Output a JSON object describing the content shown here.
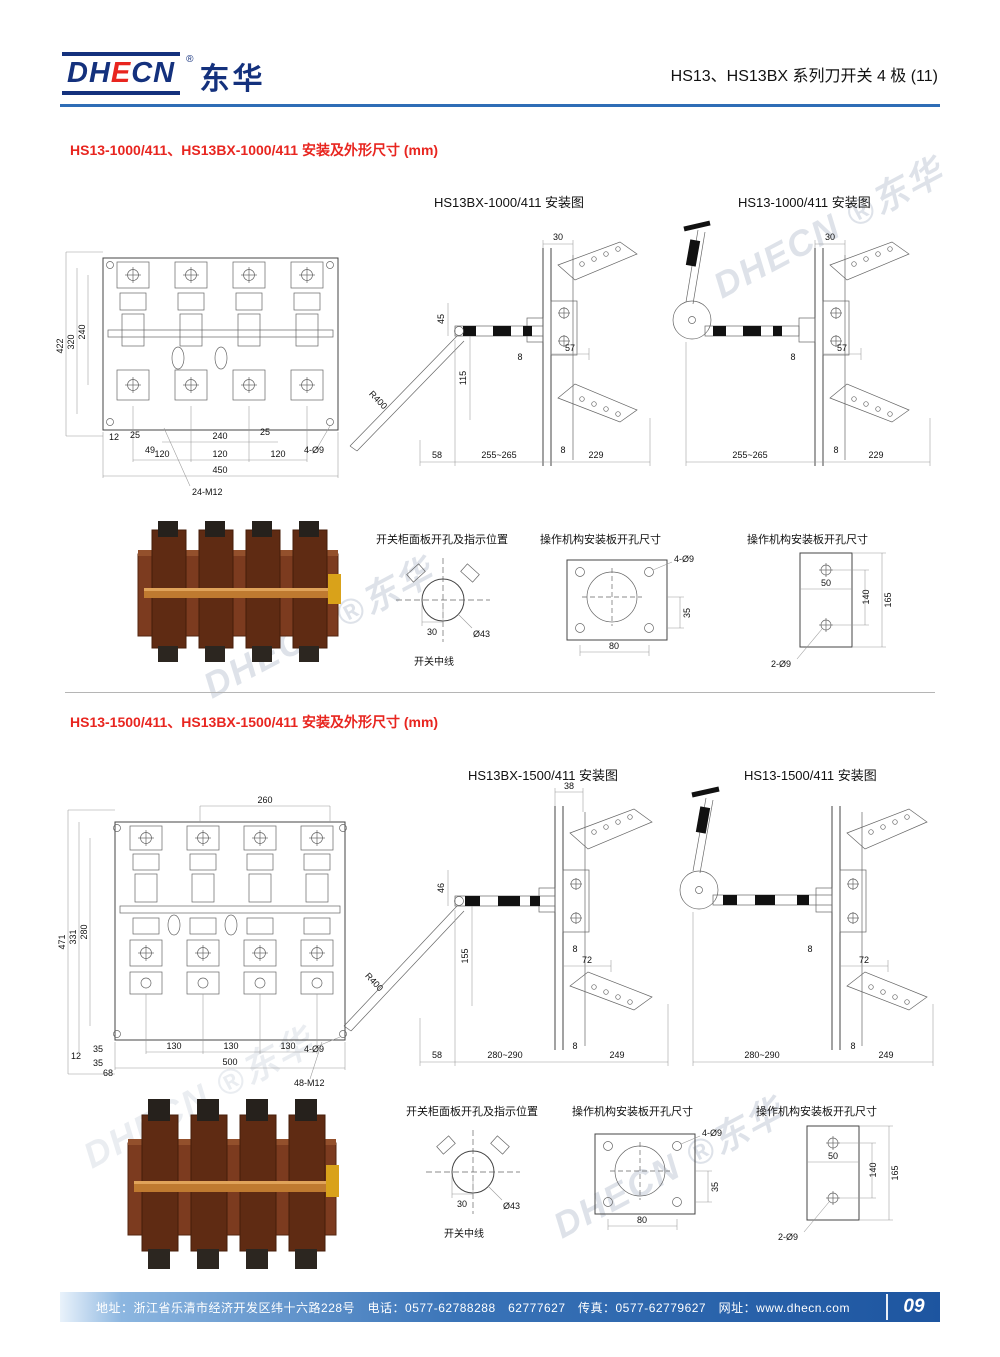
{
  "watermark": "DHECN ®东华",
  "header": {
    "logo_dh": "DH",
    "logo_e": "E",
    "logo_cn": "CN",
    "reg": "®",
    "brand_cn": "东华",
    "title": "HS13、HS13BX 系列刀开关 4 极 (11)"
  },
  "s1": {
    "title": "HS13-1000/411、HS13BX-1000/411 安装及外形尺寸 (mm)",
    "bx_title": "HS13BX-1000/411 安装图",
    "hs_title": "HS13-1000/411 安装图",
    "front": {
      "h422": "422",
      "h320": "320",
      "h240": "240",
      "d12": "12",
      "d25a": "25",
      "d49": "49",
      "w240": "240",
      "d25b": "25",
      "w120a": "120",
      "w120b": "120",
      "w120c": "120",
      "w450": "450",
      "bolt": "24-M12",
      "hole": "4-Ø9"
    },
    "bx": {
      "t30": "30",
      "d45": "45",
      "d115": "115",
      "d57": "57",
      "d8a": "8",
      "d8b": "8",
      "b58": "58",
      "brange": "255~265",
      "b229": "229",
      "r400": "R400"
    },
    "hs": {
      "t30": "30",
      "d57": "57",
      "d8a": "8",
      "d8b": "8",
      "brange": "255~265",
      "b229": "229"
    },
    "cutout": {
      "title": "开关柜面板开孔及指示位置",
      "d30": "30",
      "dia": "Ø43",
      "center": "开关中线"
    },
    "plate": {
      "title": "操作机构安装板开孔尺寸",
      "holes": "4-Ø9",
      "d35": "35",
      "d80": "80"
    },
    "plate2": {
      "title": "操作机构安装板开孔尺寸",
      "d50": "50",
      "d140": "140",
      "d165": "165",
      "holes": "2-Ø9"
    }
  },
  "s2": {
    "title": "HS13-1500/411、HS13BX-1500/411 安装及外形尺寸 (mm)",
    "bx_title": "HS13BX-1500/411 安装图",
    "hs_title": "HS13-1500/411 安装图",
    "front": {
      "t260": "260",
      "h471": "471",
      "h331": "331",
      "h280": "280",
      "d35a": "35",
      "d12": "12",
      "d35b": "35",
      "d68": "68",
      "w130a": "130",
      "w130b": "130",
      "w130c": "130",
      "w500": "500",
      "hole": "4-Ø9",
      "bolt": "48-M12"
    },
    "bx": {
      "t38": "38",
      "d46": "46",
      "d155": "155",
      "d72": "72",
      "d8a": "8",
      "d8b": "8",
      "b58": "58",
      "brange": "280~290",
      "b249": "249",
      "r400": "R400"
    },
    "hs": {
      "d72": "72",
      "d8a": "8",
      "d8b": "8",
      "brange": "280~290",
      "b249": "249"
    },
    "cutout": {
      "title": "开关柜面板开孔及指示位置",
      "d30": "30",
      "dia": "Ø43",
      "center": "开关中线"
    },
    "plate": {
      "title": "操作机构安装板开孔尺寸",
      "holes": "4-Ø9",
      "d35": "35",
      "d80": "80"
    },
    "plate2": {
      "title": "操作机构安装板开孔尺寸",
      "d50": "50",
      "d140": "140",
      "d165": "165",
      "holes": "2-Ø9"
    }
  },
  "footer": {
    "info": "地址：浙江省乐清市经济开发区纬十六路228号　电话：0577-62788288　62777627　传真：0577-62779627　网址：www.dhecn.com",
    "page": "09"
  }
}
